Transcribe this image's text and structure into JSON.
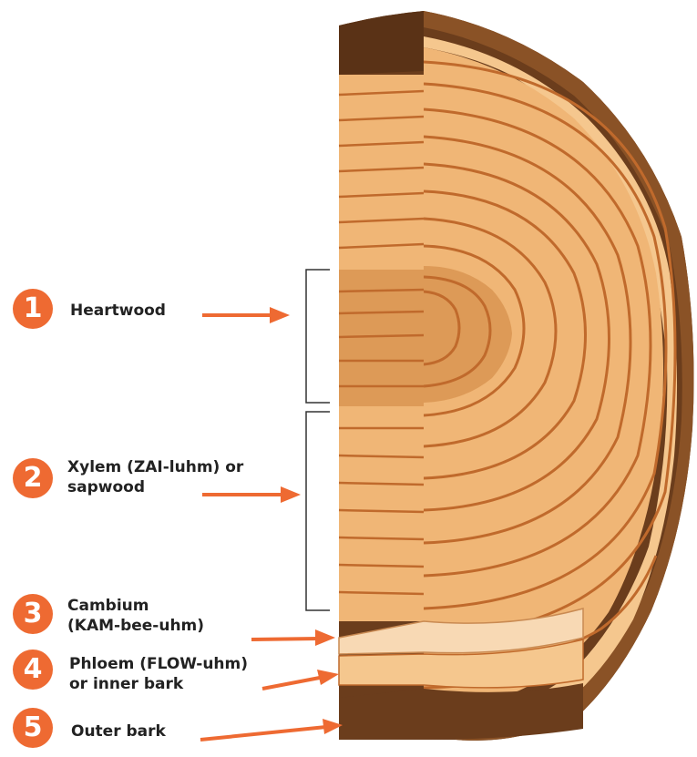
{
  "colors": {
    "accent": "#ee6a32",
    "bark_dark": "#6b3d1c",
    "bark_mid": "#8a5226",
    "heartwood": "#dd9a57",
    "sapwood": "#f0b676",
    "ring_line": "#c06a2c",
    "cambium": "#f8d9b4",
    "phloem": "#f5c78e"
  },
  "labels": [
    {
      "number": "1",
      "text_lines": [
        "Heartwood"
      ]
    },
    {
      "number": "2",
      "text_lines": [
        "Xylem (ZAI-luhm) or",
        "sapwood"
      ]
    },
    {
      "number": "3",
      "text_lines": [
        "Cambium",
        "(KAM-bee-uhm)"
      ]
    },
    {
      "number": "4",
      "text_lines": [
        "Phloem (FLOW-uhm)",
        "or inner bark"
      ]
    },
    {
      "number": "5",
      "text_lines": [
        "Outer bark"
      ]
    }
  ],
  "icons": [
    "number-badge",
    "arrow-icon",
    "bracket"
  ]
}
